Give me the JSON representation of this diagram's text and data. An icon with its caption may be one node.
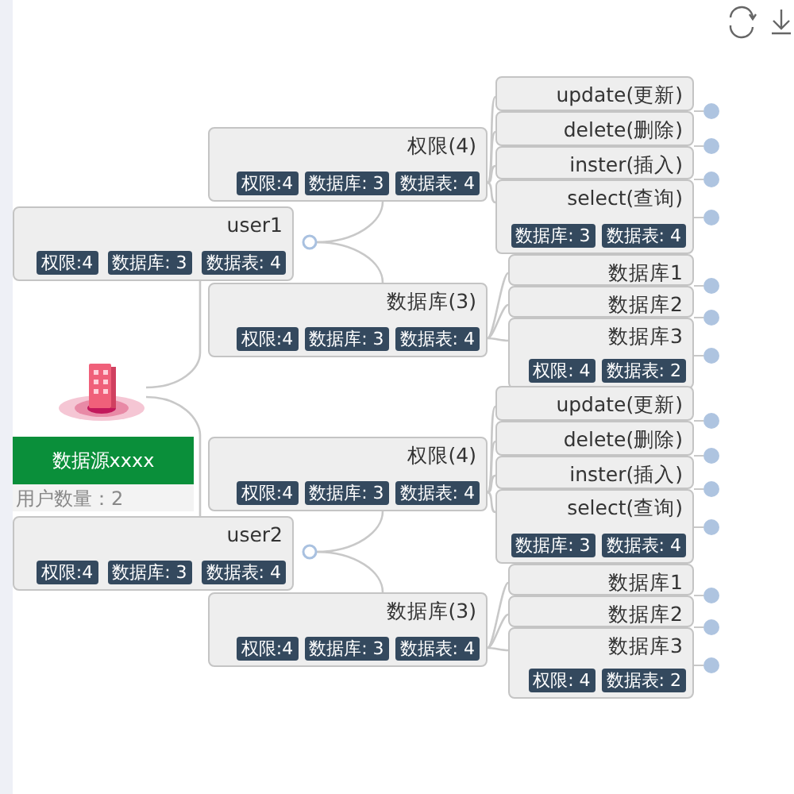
{
  "diagram": {
    "nodes": [
      {
        "text": [
          "数据源xxxx",
          "用户数量：2"
        ]
      },
      {
        "text": [],
        "shape": "building"
      },
      {
        "text": [
          "user1",
          "权限:4",
          "数据库: 3",
          "数据表: 4"
        ]
      },
      {
        "text": [
          "权限(4)",
          "权限:4",
          "数据库: 3",
          "数据表: 4"
        ]
      },
      {
        "text": [
          "update(更新)"
        ]
      },
      {
        "text": [
          "delete(删除)"
        ]
      },
      {
        "text": [
          "inster(插入)"
        ]
      },
      {
        "text": [
          "select(查询)",
          "数据库: 3",
          "数据表: 4"
        ]
      },
      {
        "text": [
          "数据库(3)",
          "权限:4",
          "数据库: 3",
          "数据表: 4"
        ]
      },
      {
        "text": [
          "数据库1"
        ]
      },
      {
        "text": [
          "数据库2"
        ]
      },
      {
        "text": [
          "数据库3",
          "权限: 4",
          "数据表: 2"
        ]
      },
      {
        "text": [
          "user2",
          "权限:4",
          "数据库: 3",
          "数据表: 4"
        ]
      },
      {
        "text": [
          "权限(4)",
          "权限:4",
          "数据库: 3",
          "数据表: 4"
        ]
      },
      {
        "text": [
          "update(更新)"
        ]
      },
      {
        "text": [
          "delete(删除)"
        ]
      },
      {
        "text": [
          "inster(插入)"
        ]
      },
      {
        "text": [
          "select(查询)",
          "数据库: 3",
          "数据表: 4"
        ]
      },
      {
        "text": [
          "数据库(3)",
          "权限:4",
          "数据库: 3",
          "数据表: 4"
        ]
      },
      {
        "text": [
          "数据库1"
        ]
      },
      {
        "text": [
          "数据库2"
        ]
      },
      {
        "text": [
          "数据库3",
          "权限: 4",
          "数据表: 2"
        ]
      }
    ],
    "edges": [
      {
        "from": 1,
        "to": 2,
        "arrow": "none"
      },
      {
        "from": 1,
        "to": 12,
        "arrow": "none"
      },
      {
        "from": 2,
        "to": 3,
        "arrow": "none"
      },
      {
        "from": 2,
        "to": 8,
        "arrow": "none"
      },
      {
        "from": 3,
        "to": 4,
        "arrow": "none"
      },
      {
        "from": 3,
        "to": 5,
        "arrow": "none"
      },
      {
        "from": 3,
        "to": 6,
        "arrow": "none"
      },
      {
        "from": 3,
        "to": 7,
        "arrow": "none"
      },
      {
        "from": 8,
        "to": 9,
        "arrow": "none"
      },
      {
        "from": 8,
        "to": 10,
        "arrow": "none"
      },
      {
        "from": 8,
        "to": 11,
        "arrow": "none"
      },
      {
        "from": 12,
        "to": 13,
        "arrow": "none"
      },
      {
        "from": 12,
        "to": 18,
        "arrow": "none"
      },
      {
        "from": 13,
        "to": 14,
        "arrow": "none"
      },
      {
        "from": 13,
        "to": 15,
        "arrow": "none"
      },
      {
        "from": 13,
        "to": 16,
        "arrow": "none"
      },
      {
        "from": 13,
        "to": 17,
        "arrow": "none"
      },
      {
        "from": 18,
        "to": 19,
        "arrow": "none"
      },
      {
        "from": 18,
        "to": 20,
        "arrow": "none"
      },
      {
        "from": 18,
        "to": 21,
        "arrow": "none"
      }
    ]
  }
}
